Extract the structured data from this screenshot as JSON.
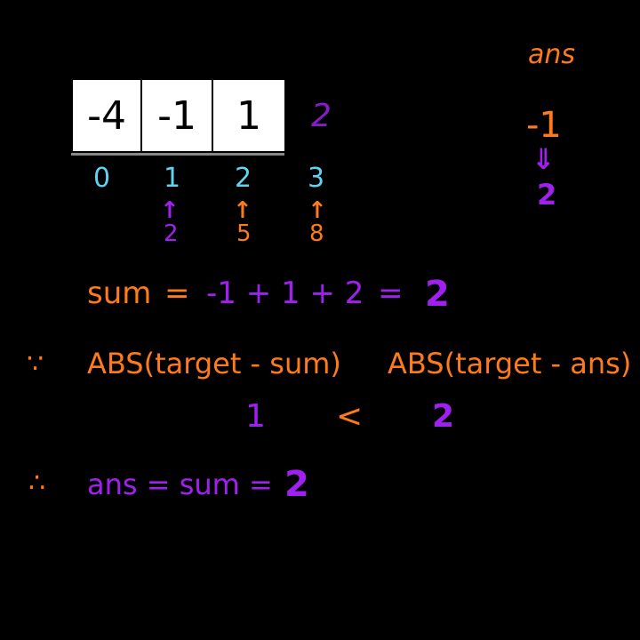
{
  "array": {
    "cells": [
      "-4",
      "-1",
      "1"
    ],
    "extra_value": "2",
    "indices": [
      "0",
      "1",
      "2",
      "3"
    ]
  },
  "pointers": {
    "i": {
      "value": "2",
      "color": "#a020f0"
    },
    "j": {
      "value": "5",
      "color": "#ff7a1a"
    },
    "k": {
      "value": "8",
      "color": "#ff7a1a"
    }
  },
  "ans_panel": {
    "label": "ans",
    "old_value": "-1",
    "new_value": "2"
  },
  "sum_line": {
    "label": "sum",
    "eq": "=",
    "expr": "-1 + 1 + 2",
    "eq2": "=",
    "result": "2"
  },
  "compare": {
    "because_symbol": "∵",
    "left_expr": "ABS(target - sum)",
    "right_expr": "ABS(target - ans)",
    "left_value": "1",
    "operator": "<",
    "right_value": "2"
  },
  "conclusion": {
    "therefore_symbol": "∴",
    "text": "ans = sum =",
    "value": "2"
  },
  "colors": {
    "background": "#000000",
    "orange": "#ff7a1a",
    "purple": "#a020f0",
    "cyan": "#5fd3f0"
  }
}
